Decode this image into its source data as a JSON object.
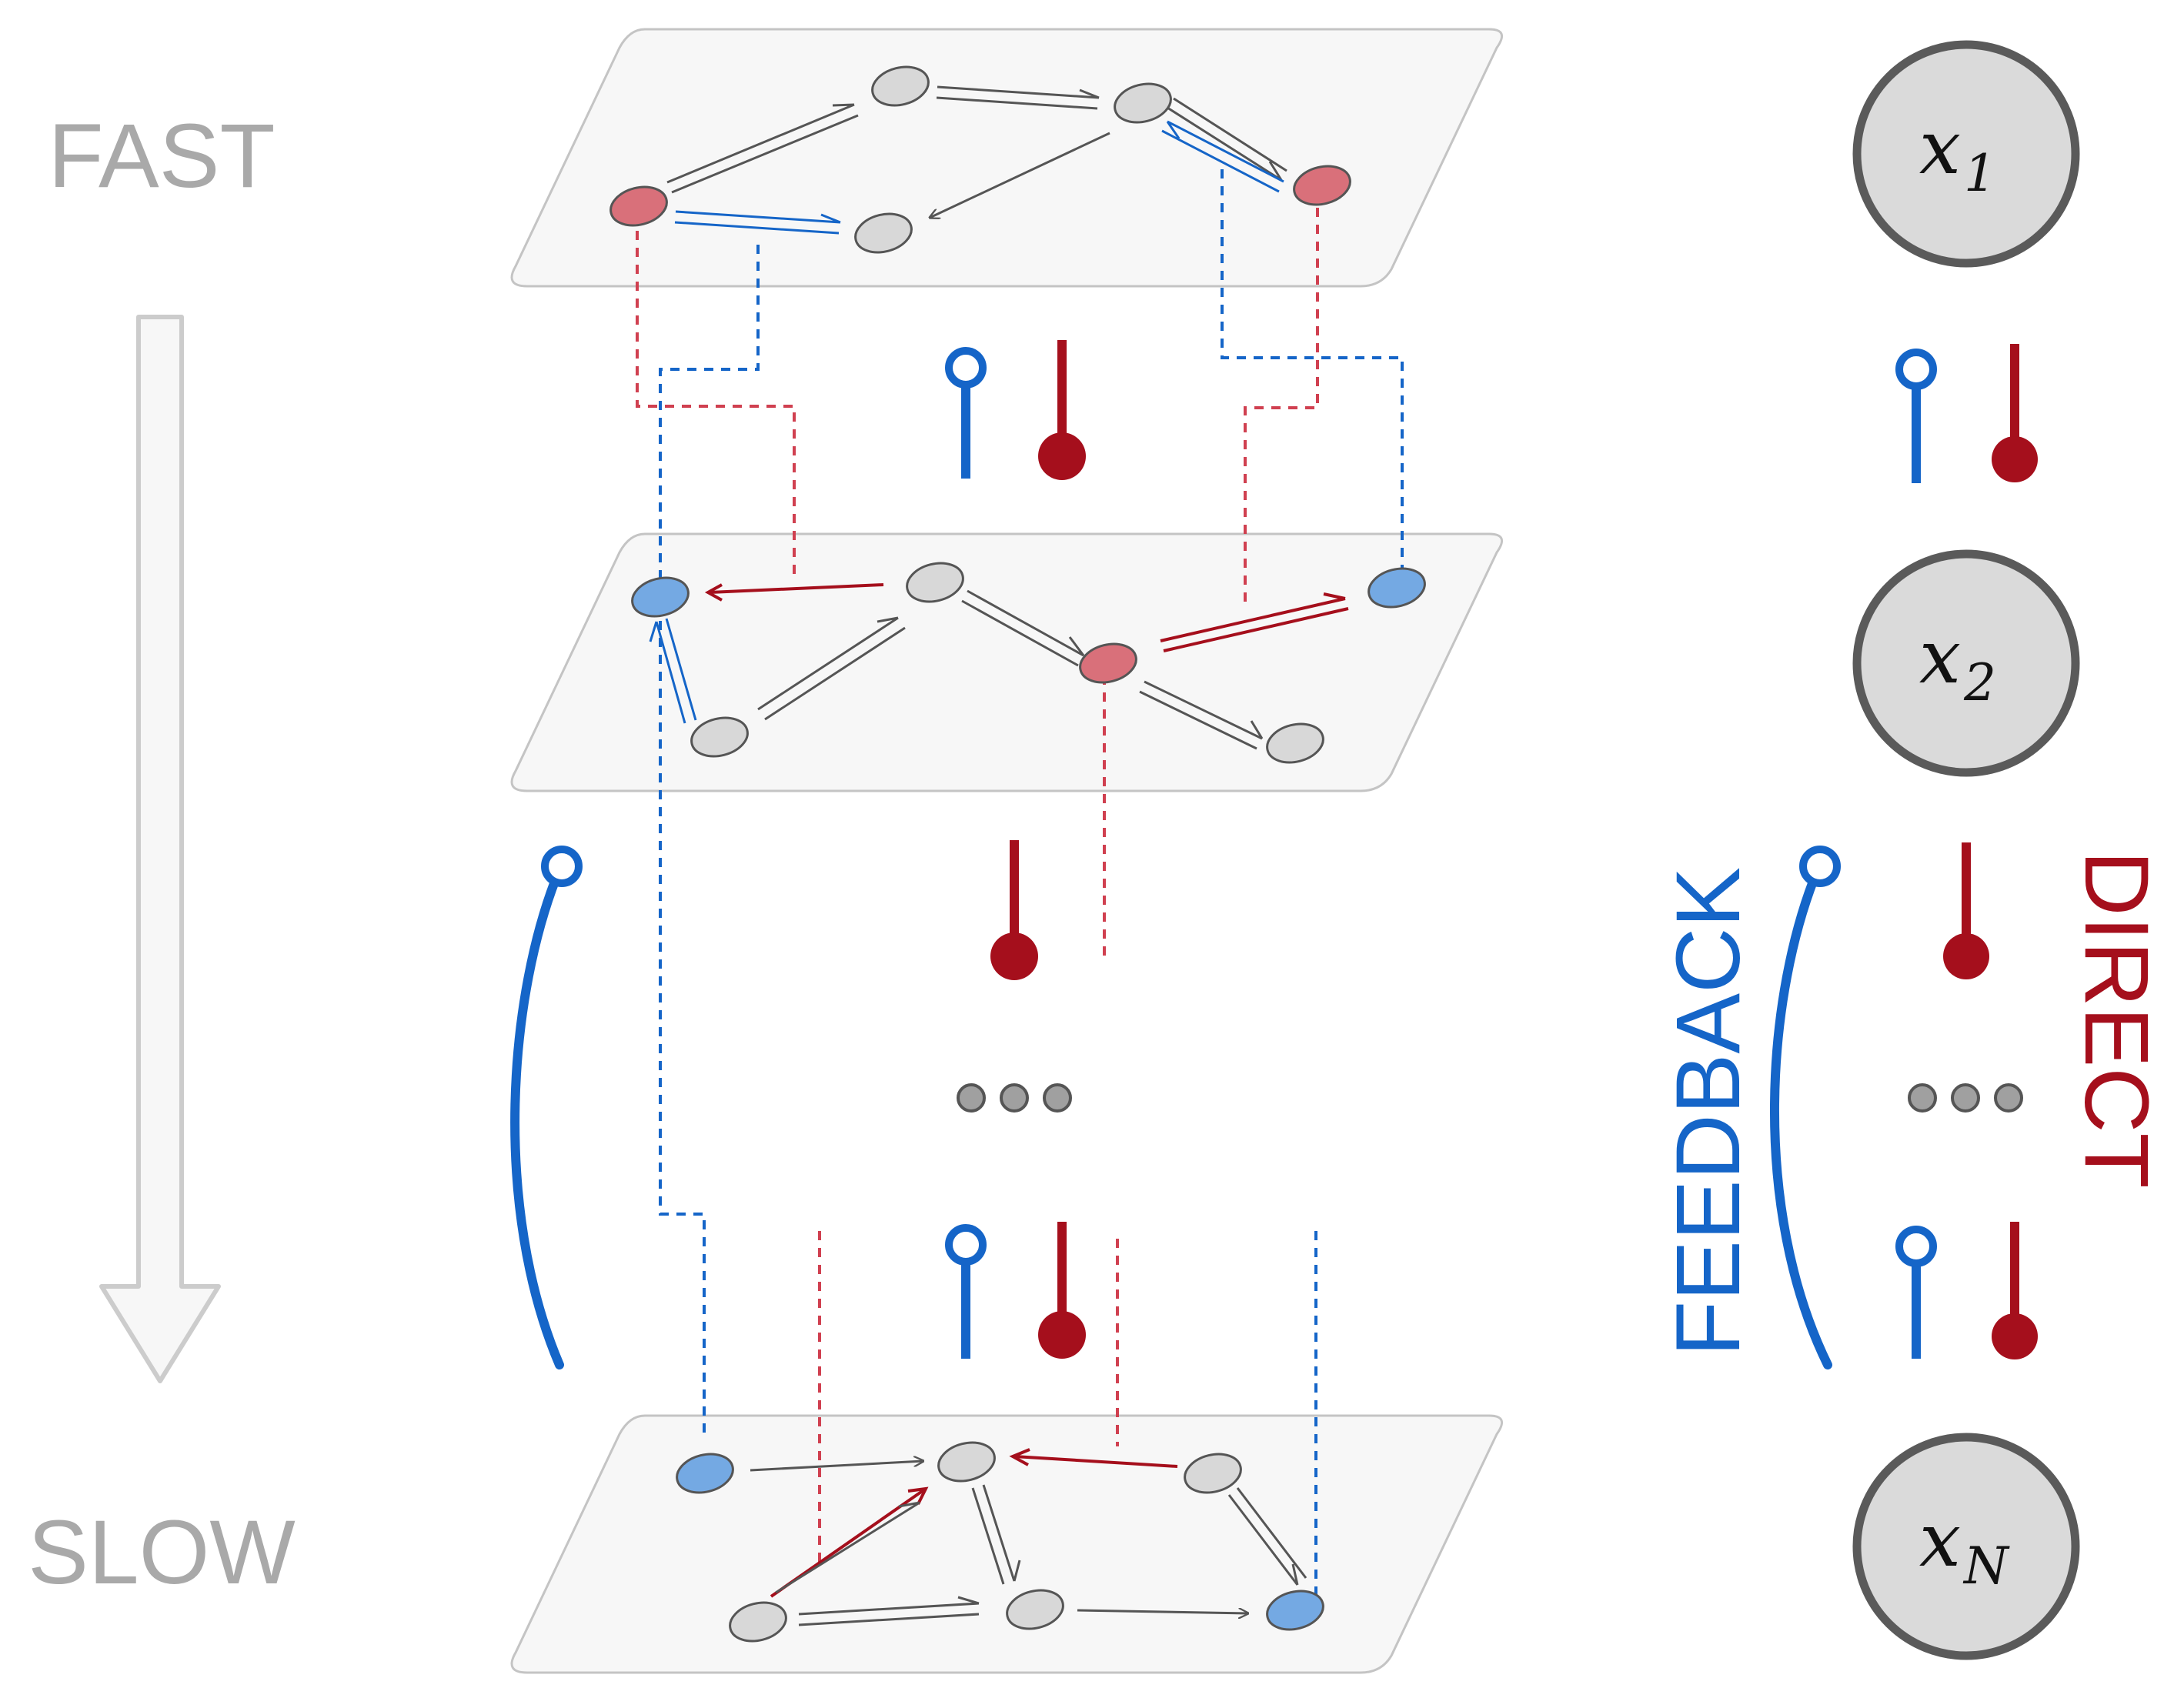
{
  "labels": {
    "fast": "FAST",
    "slow": "SLOW",
    "feedback": "FEEDBACK",
    "direct": "DIRECT"
  },
  "variables": [
    {
      "base": "x",
      "sub": "1"
    },
    {
      "base": "x",
      "sub": "2"
    },
    {
      "base": "x",
      "sub": "N"
    }
  ],
  "colors": {
    "feedback": "#1565c8",
    "direct": "#a50f1c",
    "gray_node": "#d8d8d8",
    "red_node": "#d9707a",
    "blue_node": "#74a9e3",
    "plane": "#f7f7f7",
    "edge": "#555555",
    "speed_arrow": "#cccccc"
  },
  "layers": [
    {
      "name": "fast-layer",
      "nodes": [
        "gray",
        "gray",
        "gray",
        "red",
        "red"
      ],
      "edges": [
        {
          "type": "double",
          "color": "edge"
        },
        {
          "type": "double",
          "color": "edge"
        },
        {
          "type": "double",
          "color": "edge"
        },
        {
          "type": "single",
          "color": "edge"
        },
        {
          "type": "double",
          "color": "feedback"
        },
        {
          "type": "double",
          "color": "feedback"
        }
      ]
    },
    {
      "name": "middle-layer",
      "nodes": [
        "gray",
        "blue",
        "red",
        "blue",
        "gray",
        "gray"
      ],
      "edges": [
        {
          "type": "single",
          "color": "direct"
        },
        {
          "type": "double",
          "color": "edge"
        },
        {
          "type": "double",
          "color": "edge"
        },
        {
          "type": "double",
          "color": "direct"
        },
        {
          "type": "double",
          "color": "edge"
        },
        {
          "type": "double",
          "color": "feedback"
        }
      ]
    },
    {
      "name": "slow-layer",
      "nodes": [
        "blue",
        "gray",
        "gray",
        "gray",
        "gray",
        "blue"
      ],
      "edges": [
        {
          "type": "single",
          "color": "edge"
        },
        {
          "type": "single",
          "color": "direct"
        },
        {
          "type": "double",
          "color": "edge"
        },
        {
          "type": "single",
          "color": "edge"
        },
        {
          "type": "single",
          "color": "direct"
        },
        {
          "type": "double",
          "color": "edge"
        },
        {
          "type": "double",
          "color": "edge"
        }
      ]
    }
  ]
}
